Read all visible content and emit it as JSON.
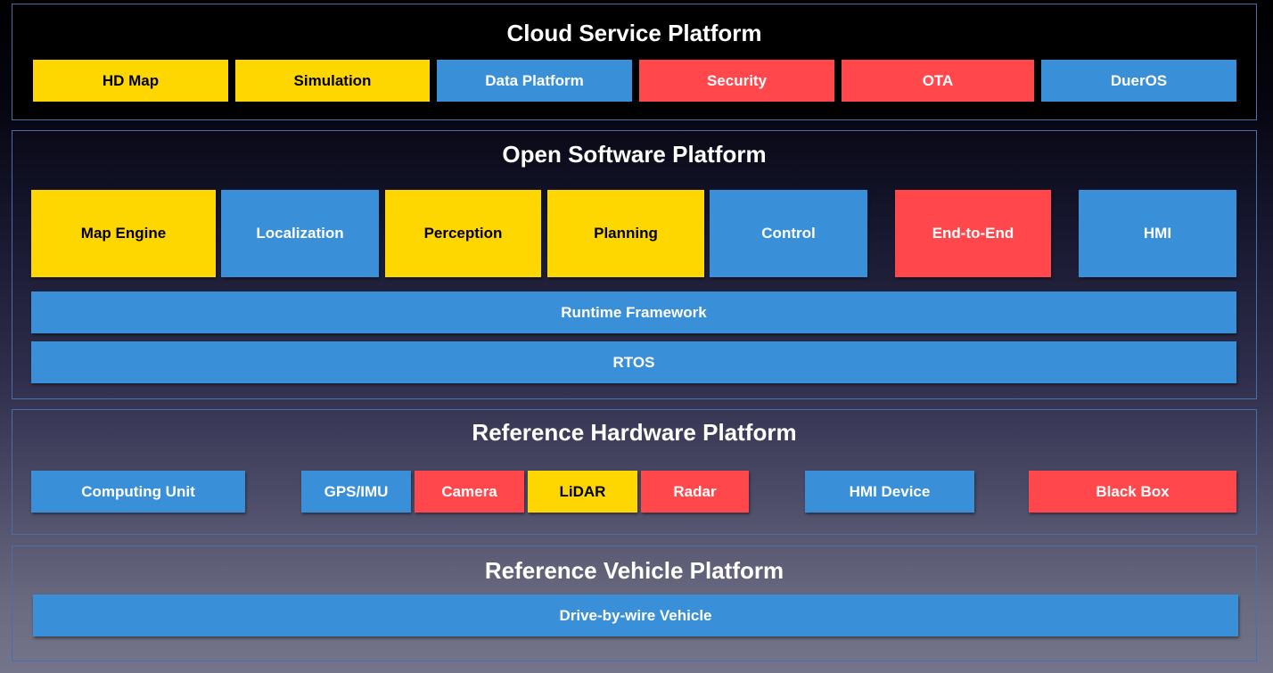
{
  "layers": {
    "cloud": {
      "title": "Cloud Service Platform",
      "items": [
        "HD Map",
        "Simulation",
        "Data Platform",
        "Security",
        "OTA",
        "DuerOS"
      ]
    },
    "software": {
      "title": "Open Software Platform",
      "modules": [
        "Map Engine",
        "Localization",
        "Perception",
        "Planning",
        "Control",
        "End-to-End",
        "HMI"
      ],
      "runtime": "Runtime Framework",
      "rtos": "RTOS"
    },
    "hardware": {
      "title": "Reference Hardware Platform",
      "items": [
        "Computing Unit",
        "GPS/IMU",
        "Camera",
        "LiDAR",
        "Radar",
        "HMI Device",
        "Black Box"
      ]
    },
    "vehicle": {
      "title": "Reference Vehicle Platform",
      "item": "Drive-by-wire Vehicle"
    }
  },
  "colors": {
    "yellow": "#ffd700",
    "blue": "#3a8fd9",
    "red": "#ff474c",
    "border": "#4a6ea8"
  }
}
